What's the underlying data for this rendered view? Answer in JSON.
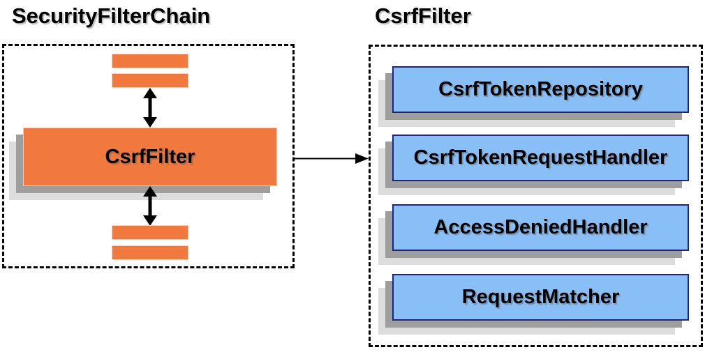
{
  "left_panel": {
    "title": "SecurityFilterChain",
    "csrf_filter_label": "CsrfFilter"
  },
  "right_panel": {
    "title": "CsrfFilter",
    "components": [
      {
        "label": "CsrfTokenRepository"
      },
      {
        "label": "CsrfTokenRequestHandler"
      },
      {
        "label": "AccessDeniedHandler"
      },
      {
        "label": "RequestMatcher"
      }
    ]
  },
  "colors": {
    "orange_fill": "#F1793D",
    "orange_border_light": "#F8C9A8",
    "blue_fill": "#88BFF6",
    "blue_border": "#1B2583",
    "shadow_dark": "#9E9E9E",
    "shadow_light": "#DDDDDD",
    "line_black": "#000000",
    "background": "#FFFFFF"
  }
}
